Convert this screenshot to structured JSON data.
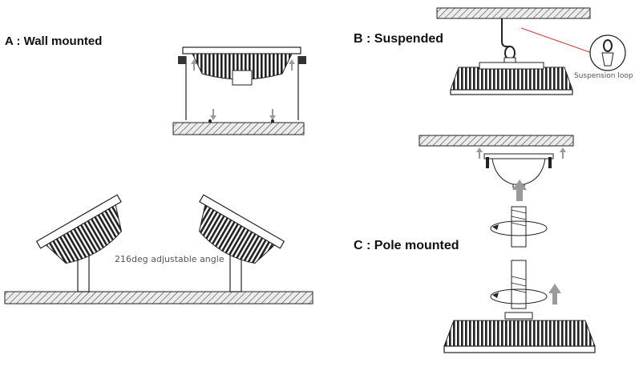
{
  "labels": {
    "wall_mounted": "A : Wall mounted",
    "suspended": "B : Suspended",
    "pole_mounted": "C : Pole mounted",
    "suspension_loop": "Suspension loop",
    "adjustable_angle": "216deg adjustable angle"
  },
  "colors": {
    "line": "#222222",
    "arrow": "#9a9a9a",
    "callout": "#d33a3a",
    "hatch_bg": "#e8e8e8"
  }
}
